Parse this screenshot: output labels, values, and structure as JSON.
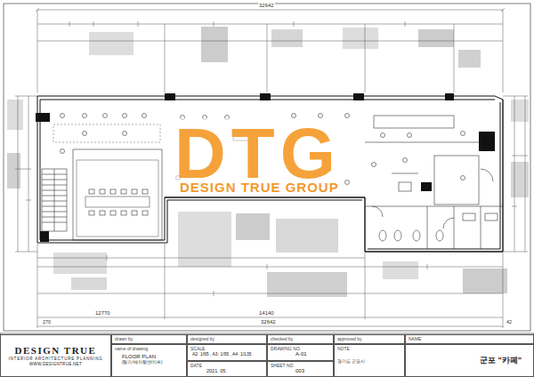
{
  "diagram": {
    "nodes": [
      {
        "text": [
          "DESIGN TRUE",
          "INTERIOR ARCHITECTURE PLANNING",
          "WWW.DESIGNTRUE.NET"
        ]
      },
      {
        "text": [
          "drawn by"
        ]
      },
      {
        "text": [
          "name of drawing",
          "FLOOR PLAN",
          "(평가/배치평면/치트)"
        ]
      },
      {
        "text": [
          "designed by"
        ]
      },
      {
        "text": [
          "SCALE",
          "A2: 1/65 , A3: 1/95 , A4: 1/135"
        ]
      },
      {
        "text": [
          "DATE",
          "2021. 05."
        ]
      },
      {
        "text": [
          "checked by"
        ]
      },
      {
        "text": [
          "DRAWING NO.",
          "A-01"
        ]
      },
      {
        "text": [
          "SHEET NO.",
          "003"
        ]
      },
      {
        "text": [
          "approved by"
        ]
      },
      {
        "text": [
          "NOTE",
          "경기도 군포시"
        ]
      },
      {
        "text": [
          "NAME"
        ]
      },
      {
        "text": [
          "군포 \"카페\""
        ]
      }
    ],
    "labels": [
      "DTG",
      "DESIGN TRUE GROUP",
      "32642",
      "32642",
      "12770",
      "14140",
      "270",
      "42"
    ]
  }
}
